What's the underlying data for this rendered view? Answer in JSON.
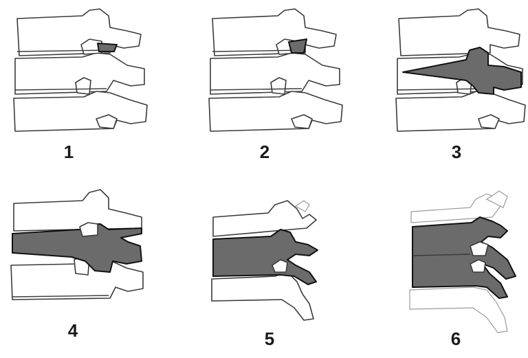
{
  "panels": [
    {
      "label": "1"
    },
    {
      "label": "2"
    },
    {
      "label": "3"
    },
    {
      "label": "4"
    },
    {
      "label": "5"
    },
    {
      "label": "6"
    }
  ],
  "colors": {
    "outline": "#3a3a3a",
    "fracture_fill": "#6b6b6b",
    "background": "#ffffff"
  }
}
